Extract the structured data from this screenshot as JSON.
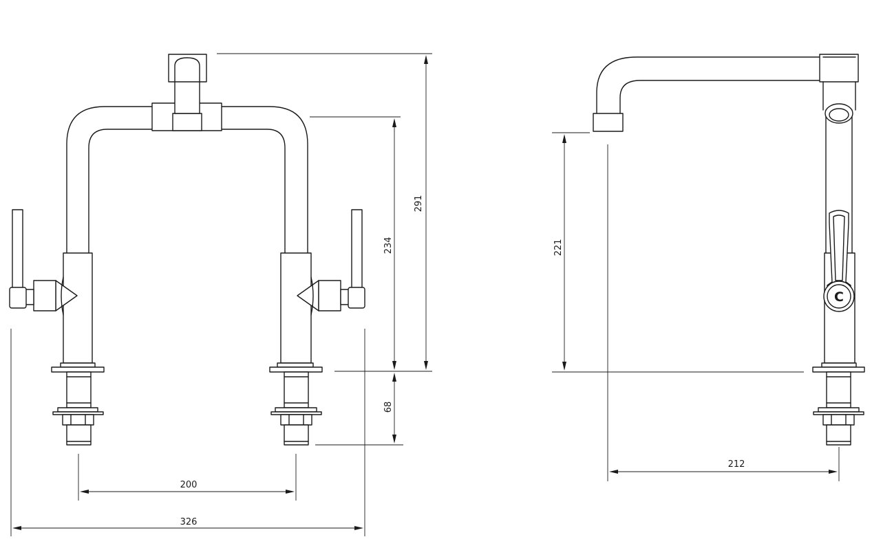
{
  "dimensions": {
    "overall_height": "291",
    "spout_clearance_front": "234",
    "shank_length": "68",
    "tap_centres": "200",
    "overall_width": "326",
    "spout_clearance_side": "221",
    "spout_reach": "212"
  },
  "handle_marking": "C"
}
